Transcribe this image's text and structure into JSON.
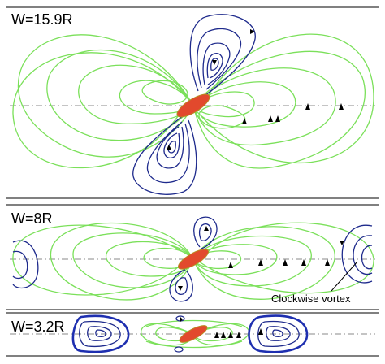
{
  "panels": [
    {
      "label": "W=15.9R"
    },
    {
      "label": "W=8R"
    },
    {
      "label": "W=3.2R"
    }
  ],
  "annotation": {
    "text": "Clockwise vortex"
  },
  "colors": {
    "open_streamlines": "#7be05a",
    "vortex_streamlines": "#1e2a8c",
    "particle_fill": "#e2492d",
    "particle_edge": "#b88a22",
    "walls": "#000000",
    "centerline": "#8a8a8a"
  }
}
